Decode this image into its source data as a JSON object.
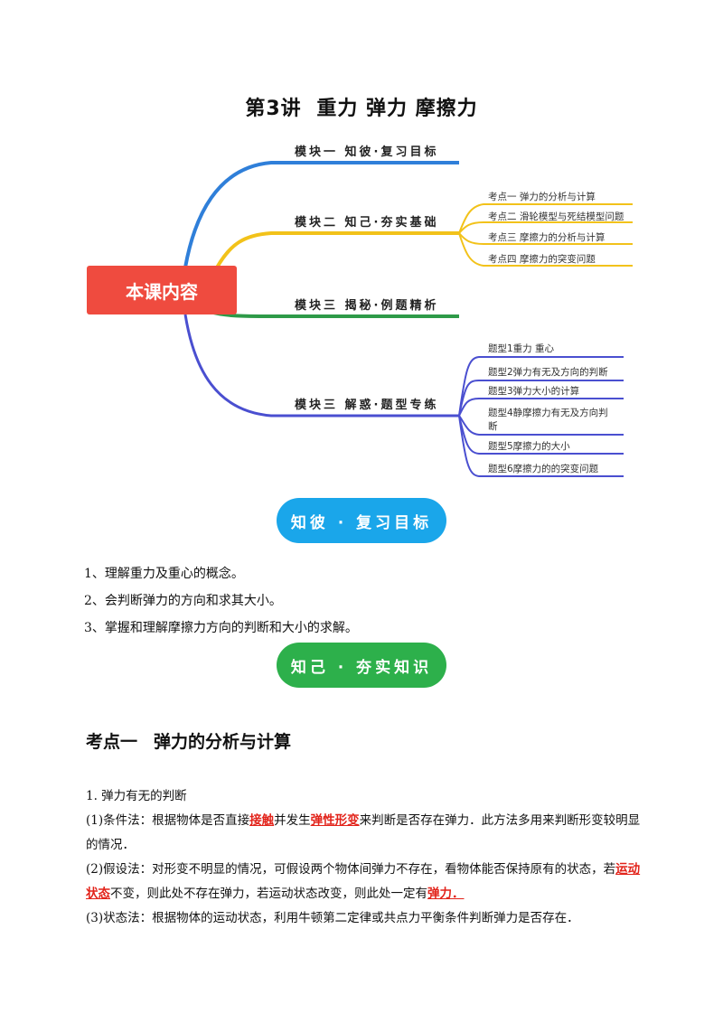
{
  "title": {
    "lecture": "第3讲",
    "topics": "重力 弹力 摩擦力"
  },
  "mindmap": {
    "center": "本课内容",
    "branches": [
      {
        "label": "模块一  知彼·复习目标",
        "color": "#2f7fd9"
      },
      {
        "label": "模块二  知己·夯实基础",
        "color": "#f2c21a",
        "items": [
          "考点一    弹力的分析与计算",
          "考点二    滑轮模型与死结模型问题",
          "考点三    摩擦力的分析与计算",
          "考点四    摩擦力的突变问题"
        ]
      },
      {
        "label": "模块三  揭秘·例题精析",
        "color": "#2e9a48"
      },
      {
        "label": "模块三  解惑·题型专练",
        "color": "#4a4fd0",
        "items": [
          "题型1重力 重心",
          "题型2弹力有无及方向的判断",
          "题型3弹力大小的计算",
          "题型4静摩擦力有无及方向判",
          "断",
          "题型5摩擦力的大小",
          "题型6摩擦力的的突变问题"
        ]
      }
    ],
    "center_color": "#ef4b3f"
  },
  "pill_goals": "知彼 · 复习目标",
  "pill_basics": "知己 · 夯实知识",
  "goals": [
    "1、理解重力及重心的概念。",
    "2、会判断弹力的方向和求其大小。",
    "3、掌握和理解摩擦力方向的判断和大小的求解。"
  ],
  "section": {
    "label": "考点一",
    "title": "弹力的分析与计算"
  },
  "content": {
    "heading": "1. 弹力有无的判断",
    "p1_a": "(1)条件法：根据物体是否直接",
    "p1_b": "接触",
    "p1_c": "并发生",
    "p1_d": "弹性形变",
    "p1_e": "来判断是否存在弹力．此方法多用来判断形变较明显的情况．",
    "p2_a": "(2)假设法：对形变不明显的情况，可假设两个物体间弹力不存在，看物体能否保持原有的状态，若",
    "p2_b": "运动状态",
    "p2_c": "不变，则此处不存在弹力，若运动状态改变，则此处一定有",
    "p2_d": "弹力．",
    "p3": "(3)状态法：根据物体的运动状态，利用牛顿第二定律或共点力平衡条件判断弹力是否存在．"
  }
}
